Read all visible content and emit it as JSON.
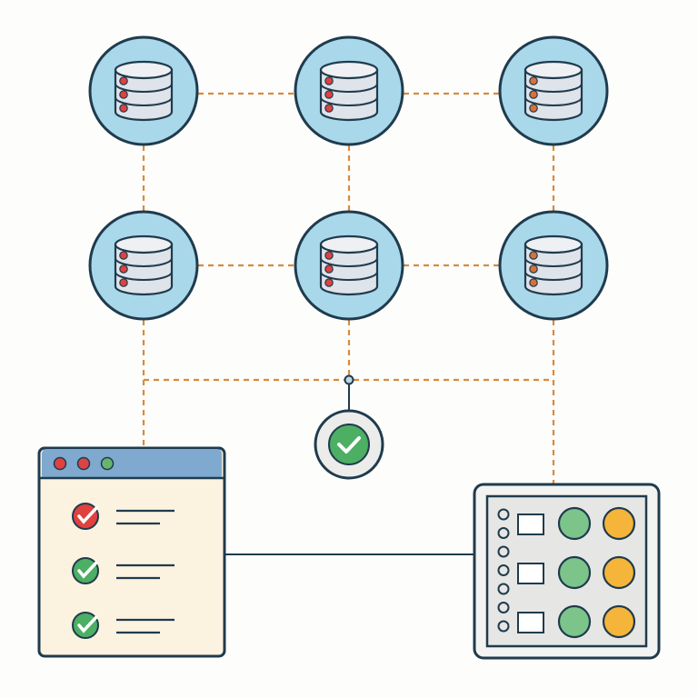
{
  "colors": {
    "background": "#fdfdfc",
    "outline": "#1f3b4d",
    "node_fill": "#a9d8ea",
    "db_fill": "#dfe3ea",
    "connector": "#d98a3d",
    "status_red": "#e0413f",
    "status_orange": "#d9703a",
    "check_green": "#4caf63",
    "light_green": "#7cc48a",
    "amber": "#f5b53a",
    "window_bar": "#7fa9cf",
    "window_body": "#fbf2e0",
    "panel_fill": "#e6e6e4"
  },
  "nodes": [
    {
      "id": "db-1",
      "dot_color": "status_red"
    },
    {
      "id": "db-2",
      "dot_color": "status_red"
    },
    {
      "id": "db-3",
      "dot_color": "status_orange"
    },
    {
      "id": "db-4",
      "dot_color": "status_red"
    },
    {
      "id": "db-5",
      "dot_color": "status_red"
    },
    {
      "id": "db-6",
      "dot_color": "status_orange"
    }
  ],
  "checklist": [
    {
      "status": "error"
    },
    {
      "status": "ok"
    },
    {
      "status": "ok"
    }
  ],
  "panel_rows": 3
}
